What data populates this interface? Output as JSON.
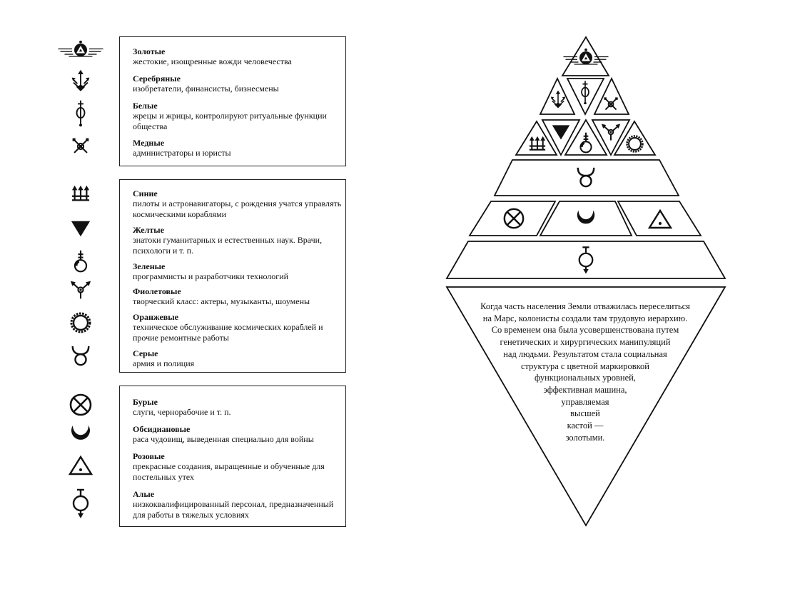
{
  "groups": [
    {
      "castes": [
        {
          "name": "Золотые",
          "desc": "жестокие, изощренные вожди человечества",
          "icon": "gold-winged-triangle-icon"
        },
        {
          "name": "Серебряные",
          "desc": "изобретатели, финансисты, бизнесмены",
          "icon": "silver-arrows-icon"
        },
        {
          "name": "Белые",
          "desc": "жрецы и жрицы, контролируют ритуальные функции общества",
          "icon": "white-staff-icon"
        },
        {
          "name": "Медные",
          "desc": "администраторы и юристы",
          "icon": "copper-cross-icon"
        }
      ]
    },
    {
      "castes": [
        {
          "name": "Синие",
          "desc": "пилоты и астронавигаторы, с рождения учатся управлять космическими кораблями",
          "icon": "blue-trident-icon"
        },
        {
          "name": "Желтые",
          "desc": "знатоки гуманитарных и естественных наук. Врачи, психологи и т. п.",
          "icon": "yellow-triangle-icon"
        },
        {
          "name": "Зеленые",
          "desc": "программисты и разработчики технологий",
          "icon": "green-circle-icon"
        },
        {
          "name": "Фиолетовые",
          "desc": "творческий класс: актеры, музыканты, шоумены",
          "icon": "violet-arrows-icon"
        },
        {
          "name": "Оранжевые",
          "desc": "техническое обслуживание космических кораблей и прочие ремонтные работы",
          "icon": "orange-gear-icon"
        },
        {
          "name": "Серые",
          "desc": "армия и полиция",
          "icon": "gray-horns-icon"
        }
      ]
    },
    {
      "castes": [
        {
          "name": "Бурые",
          "desc": "слуги, чернорабочие и т. п.",
          "icon": "brown-crossed-circle-icon"
        },
        {
          "name": "Обсидиановые",
          "desc": "раса чудовищ, выведенная специально для войны",
          "icon": "obsidian-crescent-icon"
        },
        {
          "name": "Розовые",
          "desc": "прекрасные создания, выращенные и обученные для постельных утех",
          "icon": "pink-triangle-icon"
        },
        {
          "name": "Алые",
          "desc": "низкоквалифицированный персонал, предназначенный для работы в тяжелых условиях",
          "icon": "red-arrow-circle-icon"
        }
      ]
    }
  ],
  "caption_lines": [
    "Когда часть населения Земли отважилась переселиться",
    "на Марс, колонисты создали там трудовую иерархию.",
    "Со временем она была усовершенствована путем",
    "генетических и хирургических манипуляций",
    "над людьми. Результатом стала социальная",
    "структура с цветной маркировкой",
    "функциональных уровней,",
    "эффективная машина,",
    "управляемая",
    "высшей",
    "кастой —",
    "золотыми."
  ]
}
